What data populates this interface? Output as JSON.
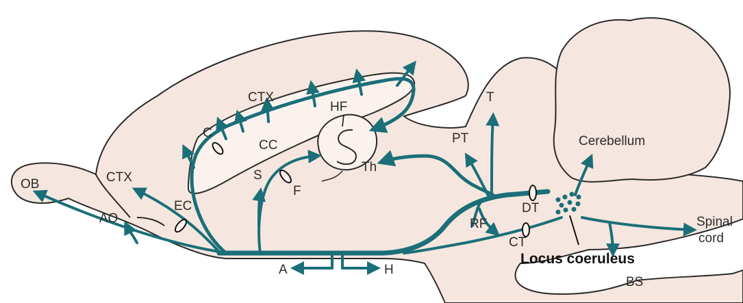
{
  "labels": {
    "ob": "OB",
    "ao": "AO",
    "ctx_front": "CTX",
    "ctx_top": "CTX",
    "ec": "EC",
    "c": "C",
    "cc": "CC",
    "hf": "HF",
    "s": "S",
    "f": "F",
    "th": "Th",
    "pt": "PT",
    "t": "T",
    "dt": "DT",
    "rf": "RF",
    "ct": "CT",
    "a": "A",
    "h": "H",
    "cerebellum": "Cerebellum",
    "spinal_1": "Spinal",
    "spinal_2": "cord",
    "locus": "Locus coeruleus",
    "bs": "BS"
  },
  "colors": {
    "pathway": "#1a6f78",
    "tissue": "#f5e6df",
    "outline": "#2a2a2a"
  }
}
